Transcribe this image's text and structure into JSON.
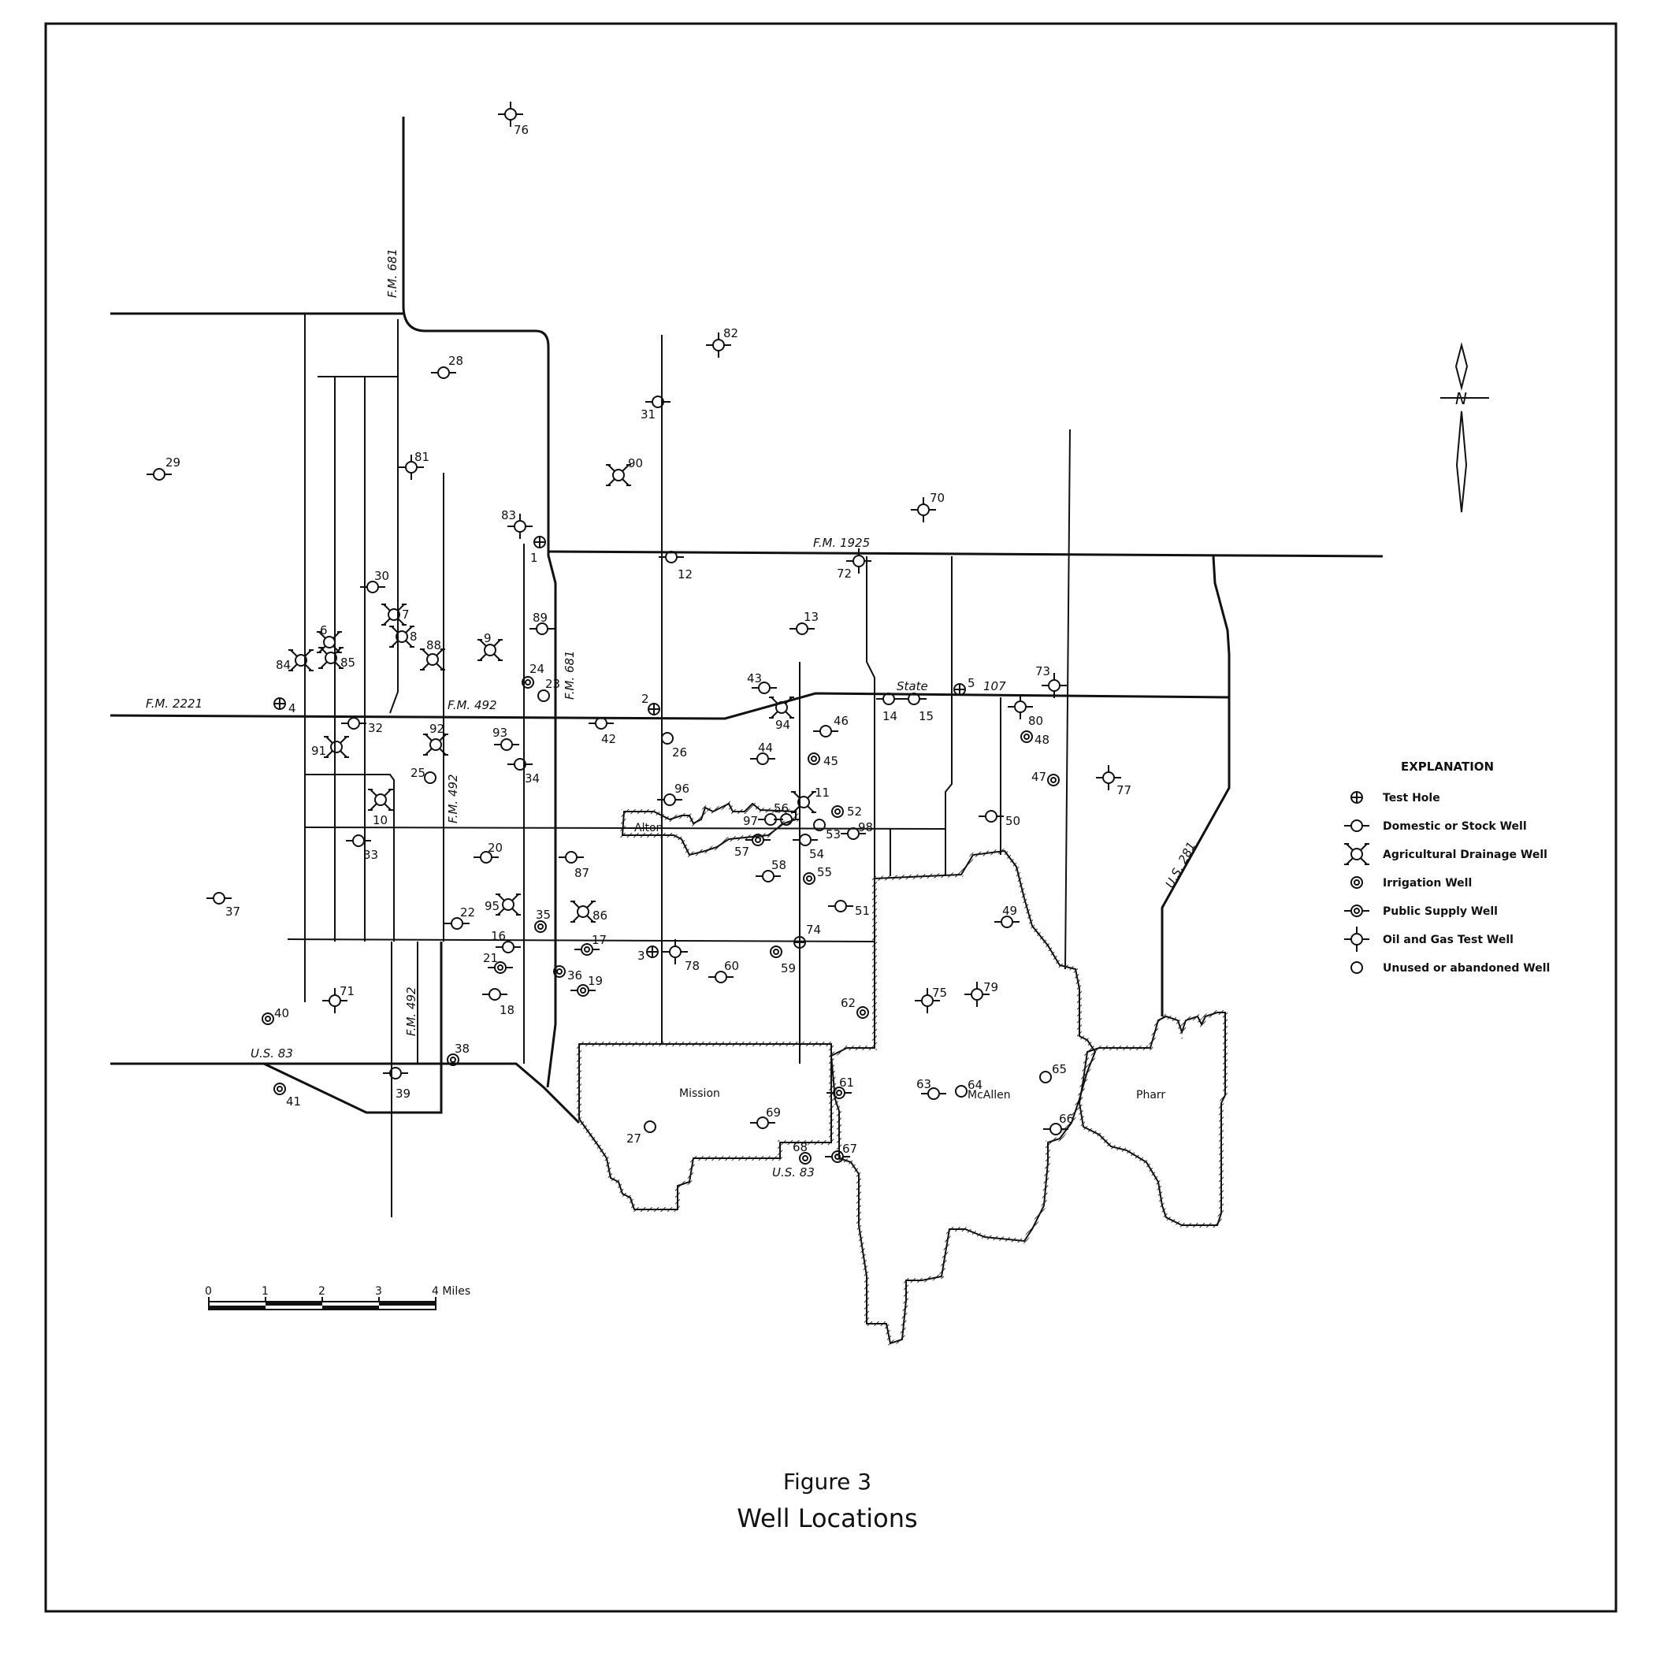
{
  "figure": {
    "caption": "Figure 3",
    "title": "Well Locations"
  },
  "legend": {
    "title": "EXPLANATION",
    "items": [
      {
        "type": "test",
        "label": "Test Hole"
      },
      {
        "type": "domestic",
        "label": "Domestic or Stock Well"
      },
      {
        "type": "drainage",
        "label": "Agricultural Drainage Well"
      },
      {
        "type": "irrigation",
        "label": "Irrigation Well"
      },
      {
        "type": "public",
        "label": "Public Supply Well"
      },
      {
        "type": "oilgas",
        "label": "Oil and Gas Test Well"
      },
      {
        "type": "unused",
        "label": "Unused or abandoned Well"
      }
    ]
  },
  "scale_bar": {
    "ticks": [
      "0",
      "1",
      "2",
      "3",
      "4 Miles"
    ]
  },
  "north_arrow": {
    "label": "N"
  },
  "road_labels": {
    "fm681_north": "F.M. 681",
    "fm681_south": "F.M. 681",
    "fm1925": "F.M.   1925",
    "fm2221": "F.M.  2221",
    "fm492_main": "F.M. 492",
    "fm492_south": "F.M. 492",
    "fm492_west": "F.M. 492",
    "state": "State",
    "state_num": "107",
    "us281": "U.S. 281",
    "us83_west": "U.S.   83",
    "us83_east": "U.S.    83"
  },
  "cities": {
    "alton": "Alton",
    "mission": "Mission",
    "mcallen": "McAllen",
    "pharr": "Pharr"
  },
  "wells": [
    {
      "id": "1",
      "type": "test"
    },
    {
      "id": "2",
      "type": "test"
    },
    {
      "id": "3",
      "type": "test"
    },
    {
      "id": "4",
      "type": "test"
    },
    {
      "id": "5",
      "type": "test"
    },
    {
      "id": "6",
      "type": "drainage"
    },
    {
      "id": "7",
      "type": "drainage"
    },
    {
      "id": "8",
      "type": "drainage"
    },
    {
      "id": "9",
      "type": "drainage"
    },
    {
      "id": "10",
      "type": "drainage"
    },
    {
      "id": "11",
      "type": "drainage"
    },
    {
      "id": "12",
      "type": "domestic"
    },
    {
      "id": "13",
      "type": "domestic"
    },
    {
      "id": "14",
      "type": "domestic"
    },
    {
      "id": "15",
      "type": "domestic"
    },
    {
      "id": "16",
      "type": "domestic"
    },
    {
      "id": "17",
      "type": "public"
    },
    {
      "id": "18",
      "type": "domestic"
    },
    {
      "id": "19",
      "type": "public"
    },
    {
      "id": "20",
      "type": "domestic"
    },
    {
      "id": "21",
      "type": "public"
    },
    {
      "id": "22",
      "type": "domestic"
    },
    {
      "id": "23",
      "type": "unused"
    },
    {
      "id": "24",
      "type": "irrigation"
    },
    {
      "id": "25",
      "type": "unused"
    },
    {
      "id": "26",
      "type": "unused"
    },
    {
      "id": "27",
      "type": "unused"
    },
    {
      "id": "28",
      "type": "domestic"
    },
    {
      "id": "29",
      "type": "domestic"
    },
    {
      "id": "30",
      "type": "domestic"
    },
    {
      "id": "31",
      "type": "domestic"
    },
    {
      "id": "32",
      "type": "domestic"
    },
    {
      "id": "33",
      "type": "domestic"
    },
    {
      "id": "34",
      "type": "domestic"
    },
    {
      "id": "35",
      "type": "irrigation"
    },
    {
      "id": "36",
      "type": "irrigation"
    },
    {
      "id": "37",
      "type": "domestic"
    },
    {
      "id": "38",
      "type": "irrigation"
    },
    {
      "id": "39",
      "type": "domestic"
    },
    {
      "id": "40",
      "type": "irrigation"
    },
    {
      "id": "41",
      "type": "irrigation"
    },
    {
      "id": "42",
      "type": "domestic"
    },
    {
      "id": "43",
      "type": "domestic"
    },
    {
      "id": "44",
      "type": "domestic"
    },
    {
      "id": "45",
      "type": "irrigation"
    },
    {
      "id": "46",
      "type": "domestic"
    },
    {
      "id": "47",
      "type": "irrigation"
    },
    {
      "id": "48",
      "type": "irrigation"
    },
    {
      "id": "49",
      "type": "domestic"
    },
    {
      "id": "50",
      "type": "domestic"
    },
    {
      "id": "51",
      "type": "domestic"
    },
    {
      "id": "52",
      "type": "irrigation"
    },
    {
      "id": "53",
      "type": "unused"
    },
    {
      "id": "54",
      "type": "domestic"
    },
    {
      "id": "55",
      "type": "irrigation"
    },
    {
      "id": "56",
      "type": "domestic"
    },
    {
      "id": "57",
      "type": "public"
    },
    {
      "id": "58",
      "type": "domestic"
    },
    {
      "id": "59",
      "type": "irrigation"
    },
    {
      "id": "60",
      "type": "domestic"
    },
    {
      "id": "61",
      "type": "public"
    },
    {
      "id": "62",
      "type": "irrigation"
    },
    {
      "id": "63",
      "type": "domestic"
    },
    {
      "id": "64",
      "type": "unused"
    },
    {
      "id": "65",
      "type": "unused"
    },
    {
      "id": "66",
      "type": "domestic"
    },
    {
      "id": "67",
      "type": "public"
    },
    {
      "id": "68",
      "type": "irrigation"
    },
    {
      "id": "69",
      "type": "domestic"
    },
    {
      "id": "70",
      "type": "oilgas"
    },
    {
      "id": "71",
      "type": "oilgas"
    },
    {
      "id": "72",
      "type": "oilgas"
    },
    {
      "id": "73",
      "type": "oilgas"
    },
    {
      "id": "74",
      "type": "test"
    },
    {
      "id": "75",
      "type": "oilgas"
    },
    {
      "id": "76",
      "type": "oilgas"
    },
    {
      "id": "77",
      "type": "oilgas"
    },
    {
      "id": "78",
      "type": "oilgas"
    },
    {
      "id": "79",
      "type": "oilgas"
    },
    {
      "id": "80",
      "type": "oilgas"
    },
    {
      "id": "81",
      "type": "oilgas"
    },
    {
      "id": "82",
      "type": "oilgas"
    },
    {
      "id": "83",
      "type": "oilgas"
    },
    {
      "id": "84",
      "type": "drainage"
    },
    {
      "id": "85",
      "type": "drainage"
    },
    {
      "id": "86",
      "type": "drainage"
    },
    {
      "id": "87",
      "type": "domestic"
    },
    {
      "id": "88",
      "type": "drainage"
    },
    {
      "id": "89",
      "type": "domestic"
    },
    {
      "id": "90",
      "type": "drainage"
    },
    {
      "id": "91",
      "type": "drainage"
    },
    {
      "id": "92",
      "type": "drainage"
    },
    {
      "id": "93",
      "type": "domestic"
    },
    {
      "id": "94",
      "type": "drainage"
    },
    {
      "id": "95",
      "type": "drainage"
    },
    {
      "id": "96",
      "type": "domestic"
    },
    {
      "id": "97",
      "type": "domestic"
    },
    {
      "id": "98",
      "type": "domestic"
    }
  ]
}
